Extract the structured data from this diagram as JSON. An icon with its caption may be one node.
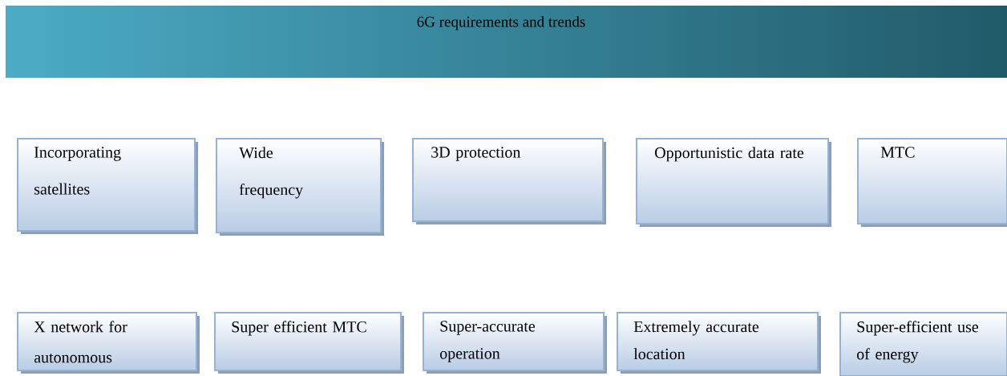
{
  "diagram": {
    "nodes": [
      {
        "text": [
          "6G requirements and trends"
        ]
      },
      {
        "text": [
          "Incorporating satellites"
        ]
      },
      {
        "text": [
          "Wide frequency"
        ]
      },
      {
        "text": [
          "3D protection"
        ]
      },
      {
        "text": [
          "Opportunistic data rate"
        ]
      },
      {
        "text": [
          "MTC"
        ]
      },
      {
        "text": [
          "X network for autonomous"
        ]
      },
      {
        "text": [
          "Super efficient MTC"
        ]
      },
      {
        "text": [
          "Super-accurate operation"
        ]
      },
      {
        "text": [
          "Extremely accurate location"
        ]
      },
      {
        "text": [
          "Super-efficient use of energy"
        ]
      }
    ]
  }
}
